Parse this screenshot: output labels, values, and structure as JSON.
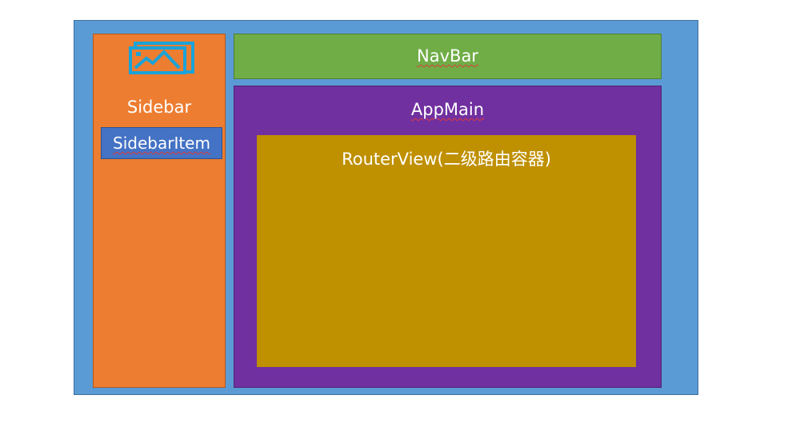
{
  "sidebar": {
    "label": "Sidebar",
    "icon": "images-icon",
    "item": {
      "label": "SidebarItem"
    }
  },
  "navbar": {
    "label": "NavBar"
  },
  "appmain": {
    "label": "AppMain"
  },
  "routerview": {
    "label": "RouterView(二级路由容器)"
  },
  "colors": {
    "layout": "#5b9bd5",
    "sidebar": "#ed7d31",
    "sidebar_item": "#4472c4",
    "navbar": "#70ad47",
    "appmain": "#7030a0",
    "routerview": "#bf9000",
    "icon": "#1aa3d9"
  }
}
